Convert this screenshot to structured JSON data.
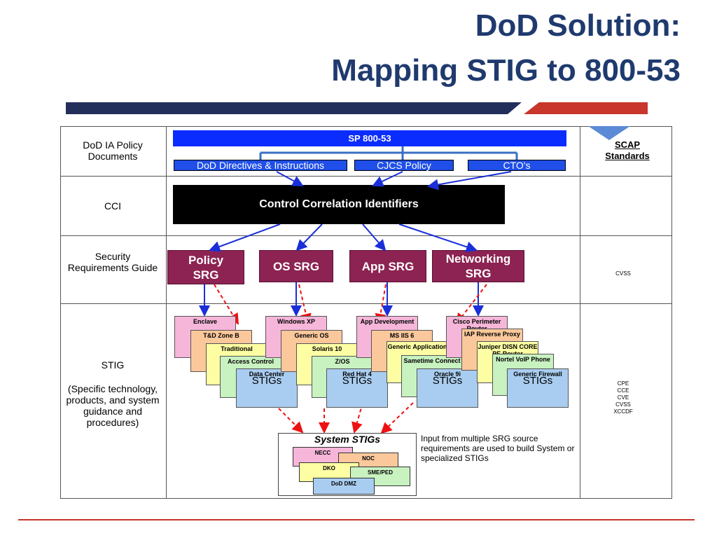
{
  "title": {
    "line1": "DoD Solution:",
    "line2": "Mapping STIG to 800-53"
  },
  "rows": {
    "policy_docs": "DoD IA Policy Documents",
    "cci": "CCI",
    "srg": "Security Requirements Guide",
    "stig": "STIG",
    "stig_desc": "(Specific technology, products, and system guidance and procedures)"
  },
  "top": {
    "sp80053": "SP 800-53",
    "directives": "DoD Directives & Instructions",
    "cjcs": "CJCS Policy",
    "ctos": "CTO's"
  },
  "cci_box": "Control Correlation Identifiers",
  "srgs": {
    "policy": "Policy SRG",
    "os": "OS SRG",
    "app": "App SRG",
    "networking": "Networking SRG"
  },
  "stig_groups": {
    "policy": [
      "Enclave",
      "T&D Zone B",
      "Traditional",
      "Access Control",
      "Data Center"
    ],
    "os": [
      "Windows XP",
      "Generic OS",
      "Solaris 10",
      "Z/OS",
      "Red Hat 4"
    ],
    "app": [
      "App Development",
      "MS IIS 6",
      "Generic Application",
      "Sametime Connect",
      "Oracle 9i"
    ],
    "net": [
      "Cisco Perimeter Router",
      "IAP Reverse Proxy",
      "Juniper DISN CORE PE Router",
      "Nortel VoIP Phone",
      "Generic Firewall"
    ],
    "stigs_label": "STIGs"
  },
  "system": {
    "title": "System STIGs",
    "items": [
      "NECC",
      "NOC",
      "DKO",
      "SME/PED",
      "DoD DMZ"
    ],
    "note": "Input from multiple SRG source requirements are used to build System or specialized STIGs"
  },
  "scap": {
    "header": "SCAP Standards",
    "srg_row": "CVSS",
    "stig_row": [
      "CPE",
      "CCE",
      "CVE",
      "CVSS",
      "XCCDF"
    ]
  },
  "colors": {
    "title": "#1f3a6e",
    "srg": "#8c2352",
    "blue": "#0b2cff",
    "pink": "#f6b6d9",
    "orange": "#fbc89c",
    "yellow": "#fdfda3",
    "green": "#c8f2c0",
    "lightblue": "#a9cdf0"
  }
}
